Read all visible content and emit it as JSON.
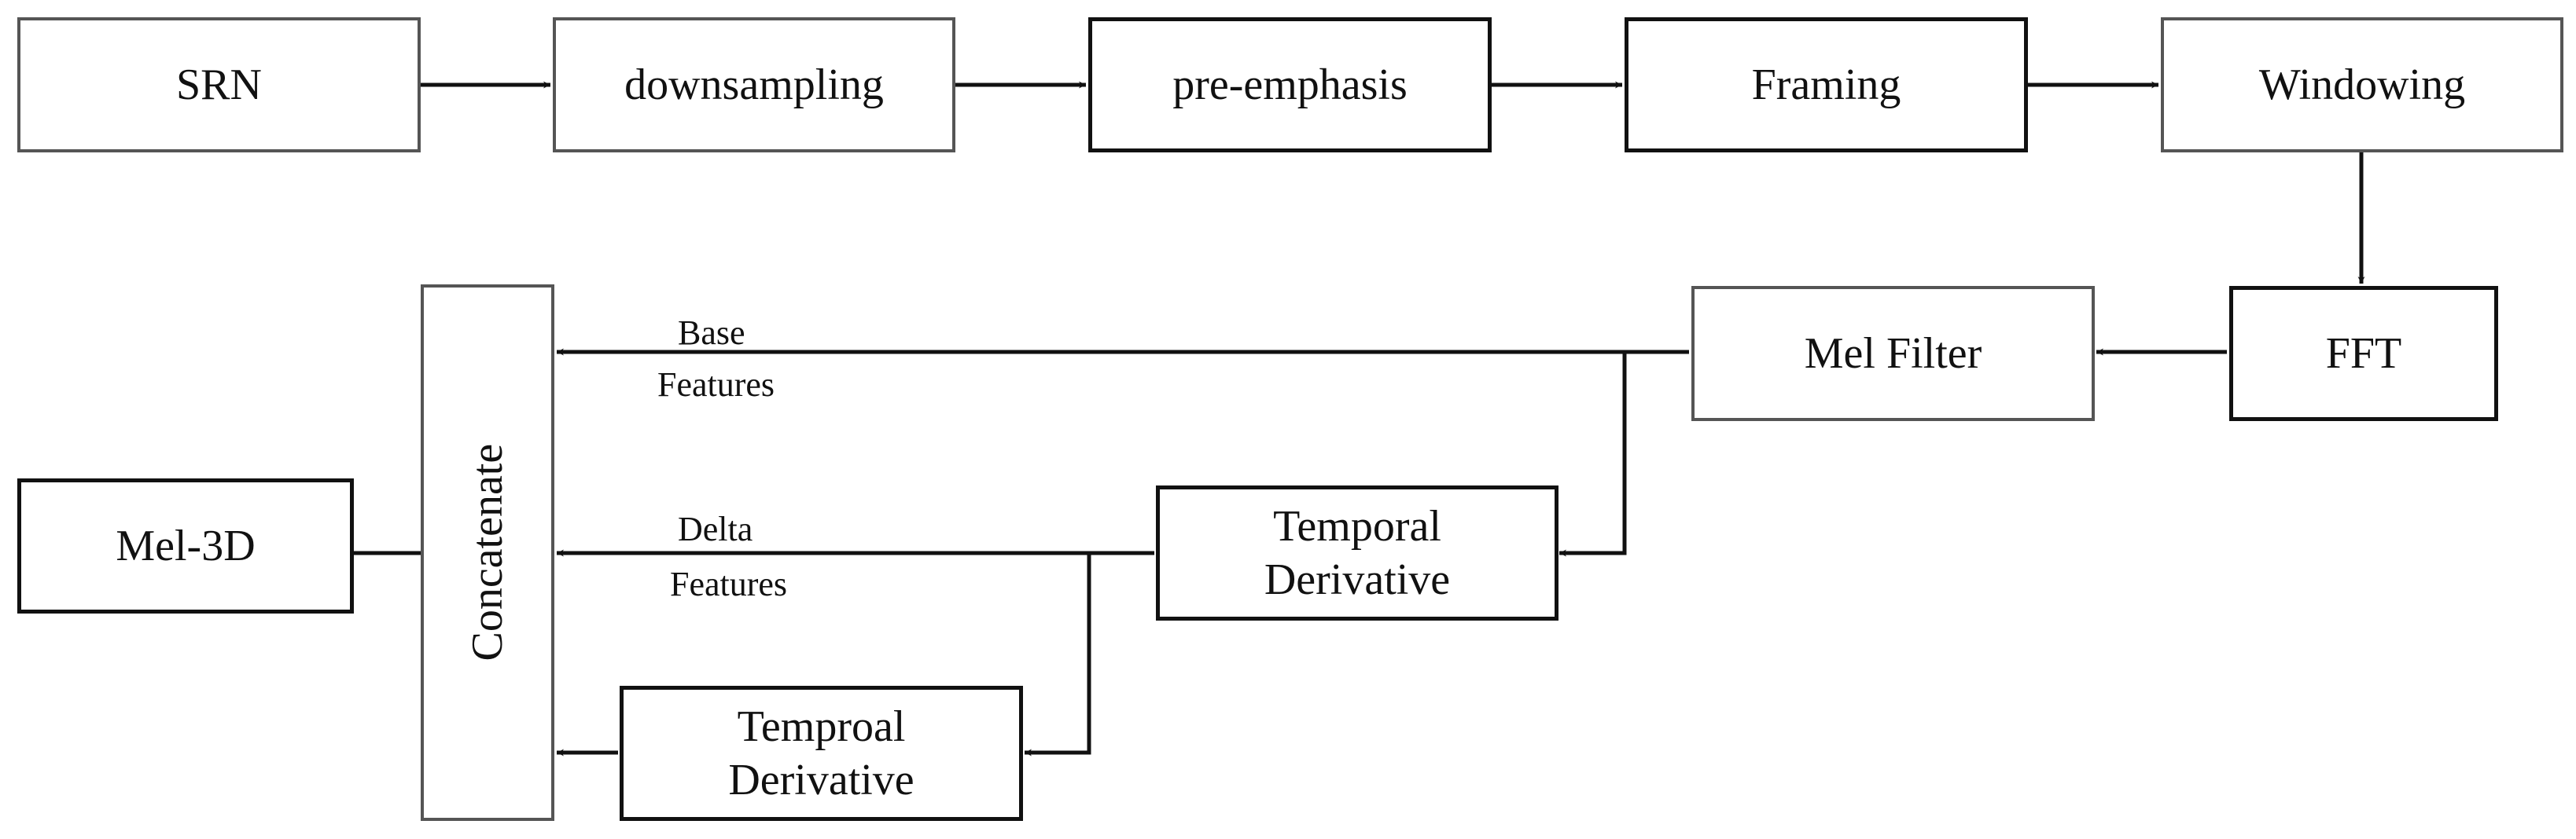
{
  "pipeline": {
    "srn": "SRN",
    "downsampling": "downsampling",
    "preemphasis": "pre-emphasis",
    "framing": "Framing",
    "windowing": "Windowing",
    "fft": "FFT",
    "mel_filter": "Mel Filter",
    "temporal_derivative": "Temporal Derivative",
    "temproal_derivative": "Temproal Derivative",
    "concatenate": "Concatenate",
    "mel3d": "Mel-3D"
  },
  "labels": {
    "base_1": "Base",
    "base_2": "Features",
    "delta_1": "Delta",
    "delta_2": "Features"
  }
}
